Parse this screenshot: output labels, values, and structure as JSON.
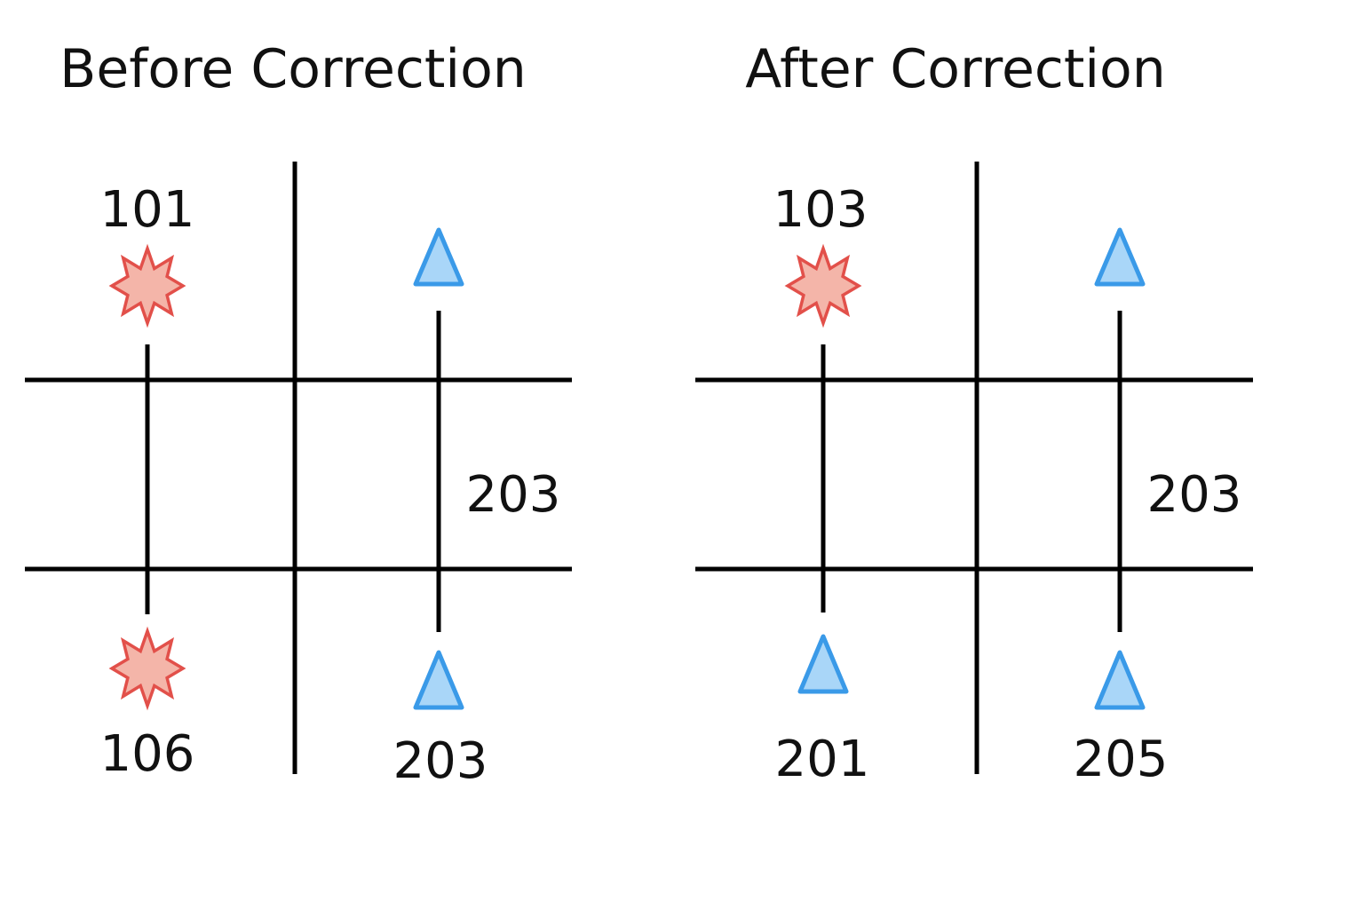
{
  "panels": [
    {
      "title": "Before Correction",
      "labels": [
        "101",
        "106",
        "203",
        "203"
      ],
      "markers": [
        {
          "shape": "starburst",
          "color": "#e2504a"
        },
        {
          "shape": "starburst",
          "color": "#e2504a"
        },
        {
          "shape": "triangle",
          "color": "#3a9ae8"
        },
        {
          "shape": "triangle",
          "color": "#3a9ae8"
        }
      ]
    },
    {
      "title": "After Correction",
      "labels": [
        "103",
        "201",
        "203",
        "205"
      ],
      "markers": [
        {
          "shape": "starburst",
          "color": "#e2504a"
        },
        {
          "shape": "triangle",
          "color": "#3a9ae8"
        },
        {
          "shape": "triangle",
          "color": "#3a9ae8"
        },
        {
          "shape": "triangle",
          "color": "#3a9ae8"
        }
      ]
    }
  ]
}
